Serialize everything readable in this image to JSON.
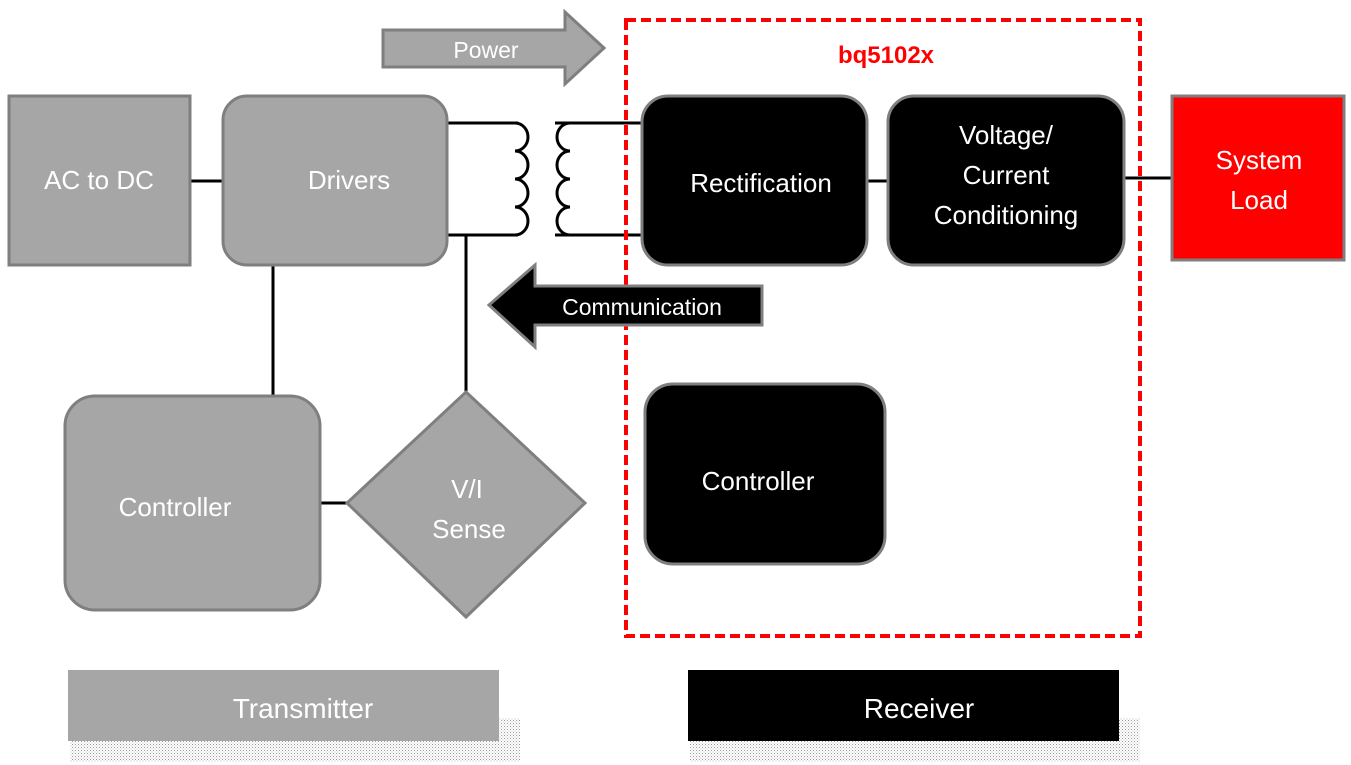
{
  "colors": {
    "transmitter_block": "#a6a6a6",
    "block_border": "#7f7f7f",
    "receiver_block": "#000000",
    "receiver_border": "#7f7f7f",
    "load_block": "#ff0000",
    "boundary": "#ff0000",
    "wire": "#000000"
  },
  "diagram": {
    "power_arrow": "Power",
    "communication_arrow": "Communication",
    "receiver_ic": "bq5102x",
    "transmitter": {
      "ac_to_dc": "AC to DC",
      "drivers": "Drivers",
      "controller": "Controller",
      "vi_sense": [
        "V/I",
        "Sense"
      ]
    },
    "receiver": {
      "rectification": "Rectification",
      "conditioning": [
        "Voltage/",
        "Current",
        "Conditioning"
      ],
      "controller": "Controller"
    },
    "system_load": [
      "System",
      "Load"
    ],
    "labels": {
      "transmitter": "Transmitter",
      "receiver": "Receiver"
    }
  }
}
